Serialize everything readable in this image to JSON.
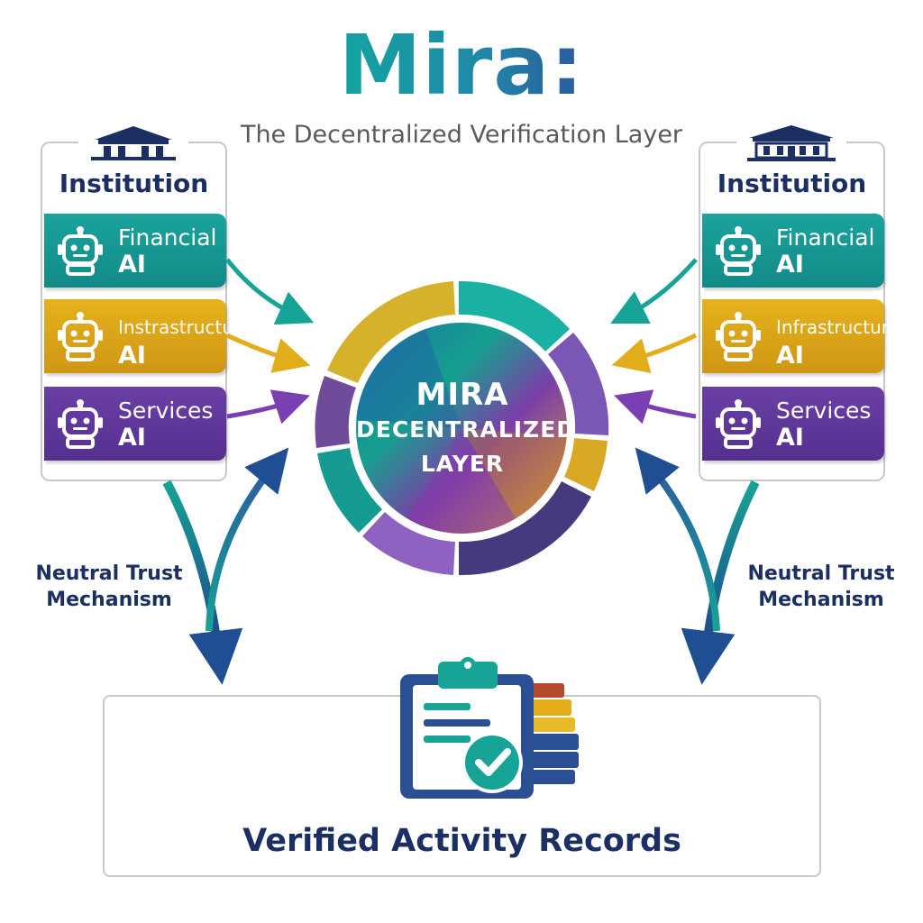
{
  "header": {
    "title": "Mira:",
    "subtitle": "The Decentralized Verification Layer"
  },
  "left_panel": {
    "title": "Institution",
    "items": [
      {
        "label": "Financial",
        "suffix": "AI",
        "icon": "robot-icon"
      },
      {
        "label": "Instrastructure",
        "suffix": "AI",
        "icon": "robot-icon"
      },
      {
        "label": "Services",
        "suffix": "AI",
        "icon": "robot-icon"
      }
    ]
  },
  "right_panel": {
    "title": "Institution",
    "items": [
      {
        "label": "Financial",
        "suffix": "AI",
        "icon": "robot-icon"
      },
      {
        "label": "Infrastructure",
        "suffix": "AI",
        "icon": "robot-icon"
      },
      {
        "label": "Services",
        "suffix": "AI",
        "icon": "robot-icon"
      }
    ]
  },
  "center": {
    "line1": "MIRA",
    "line2": "DECENTRALIZED",
    "line3": "LAYER"
  },
  "trust_left": {
    "line1": "Neutral Trust",
    "line2": "Mechanism"
  },
  "trust_right": {
    "line1": "Neutral Trust",
    "line2": "Mechanism"
  },
  "records": {
    "label": "Verified Activity Records",
    "icon": "clipboard-check-icon"
  },
  "colors": {
    "teal": "#1ba39d",
    "gold": "#e6b21c",
    "purple": "#6a3fa5",
    "navy": "#1c2f63",
    "blue": "#2b5b9e"
  }
}
